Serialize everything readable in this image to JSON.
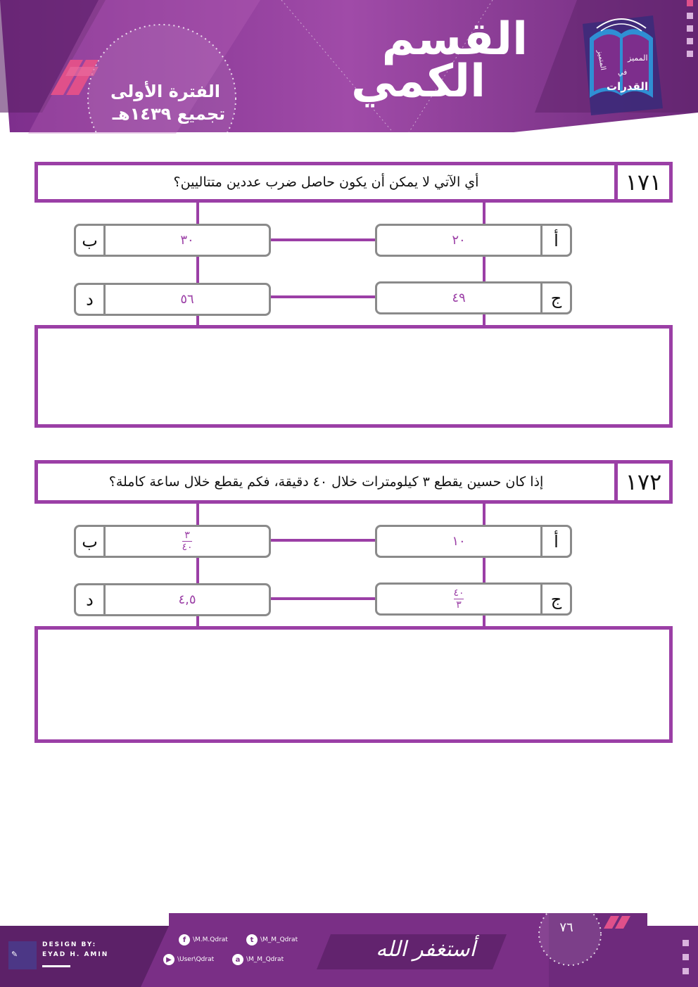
{
  "header": {
    "title_line1": "القسم",
    "title_line2": "الكمي",
    "period_line1": "الفترة الأولى",
    "period_line2": "تجميع ١٤٣٩هـ",
    "logo_text_top": "المميز",
    "logo_text_side": "المتميز",
    "logo_text_mid": "في",
    "logo_text_bottom": "القدرات"
  },
  "questions": [
    {
      "number": "١٧١",
      "text": "أي الآتي لا يمكن أن يكون حاصل ضرب عددين متتاليين؟",
      "options": [
        {
          "letter": "أ",
          "value": "٢٠"
        },
        {
          "letter": "ب",
          "value": "٣٠"
        },
        {
          "letter": "ج",
          "value": "٤٩"
        },
        {
          "letter": "د",
          "value": "٥٦"
        }
      ]
    },
    {
      "number": "١٧٢",
      "text": "إذا كان حسين يقطع ٣ كيلومترات خلال ٤٠ دقيقة، فكم يقطع خلال ساعة كاملة؟",
      "options": [
        {
          "letter": "أ",
          "value": "١٠"
        },
        {
          "letter": "ب",
          "numerator": "٣",
          "denominator": "٤٠"
        },
        {
          "letter": "ج",
          "numerator": "٤٠",
          "denominator": "٣"
        },
        {
          "letter": "د",
          "value": "٤,٥"
        }
      ]
    }
  ],
  "footer": {
    "design_by": "DESIGN BY:",
    "designer": "EYAD H. AMIN",
    "facebook": "\\M.M.Qdrat",
    "twitter": "\\M_M_Qdrat",
    "youtube": "\\User\\Qdrat",
    "snapchat": "\\M_M_Qdrat",
    "calligraphy": "أستغفر الله",
    "page_number": "٧٦"
  },
  "colors": {
    "primary_purple": "#9b3fa6",
    "dark_purple": "#6e2a7c",
    "pink_accent": "#e0508a"
  }
}
